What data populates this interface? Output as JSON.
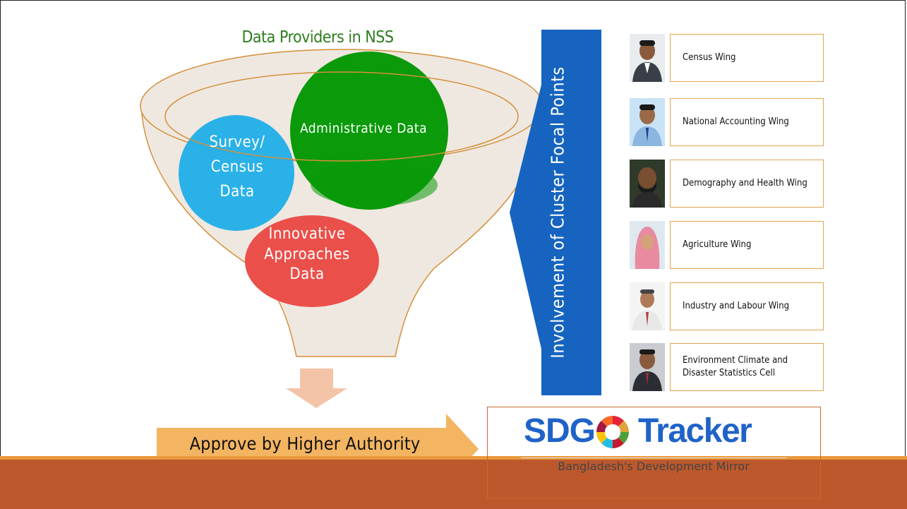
{
  "title": "Data Providers in NSS",
  "circles": {
    "administrative": "Administrative Data",
    "survey_line1": "Survey/",
    "survey_line2": "Census",
    "survey_line3": "Data",
    "innovative_line1": "Innovative",
    "innovative_line2": "Approaches",
    "innovative_line3": "Data"
  },
  "vertical_arrow_label": "Involvement of Cluster Focal Points",
  "wings": [
    {
      "label": "Census Wing"
    },
    {
      "label": "National Accounting Wing"
    },
    {
      "label": "Demography and Health Wing"
    },
    {
      "label": "Agriculture Wing"
    },
    {
      "label": "Industry and Labour Wing"
    },
    {
      "label": "Environment Climate and Disaster Statistics Cell"
    }
  ],
  "approve_label": "Approve by Higher Authority",
  "sdg_logo": {
    "word1": "SDG",
    "word2": "Tracker",
    "tagline": "Bangladesh's Development Mirror"
  },
  "colors": {
    "funnel_fill": "#efe8e0",
    "funnel_stroke": "#d4903b",
    "administrative": "#0a9a0a",
    "survey": "#1faee8",
    "innovative": "#eb4f4a",
    "blue_arrow": "#1664c0",
    "approve_arrow": "#f4b562",
    "down_arrow": "#f3c4a7",
    "footer": "#bd582c",
    "footer_line": "#e99a3c",
    "title_green": "#2e7d1f"
  }
}
